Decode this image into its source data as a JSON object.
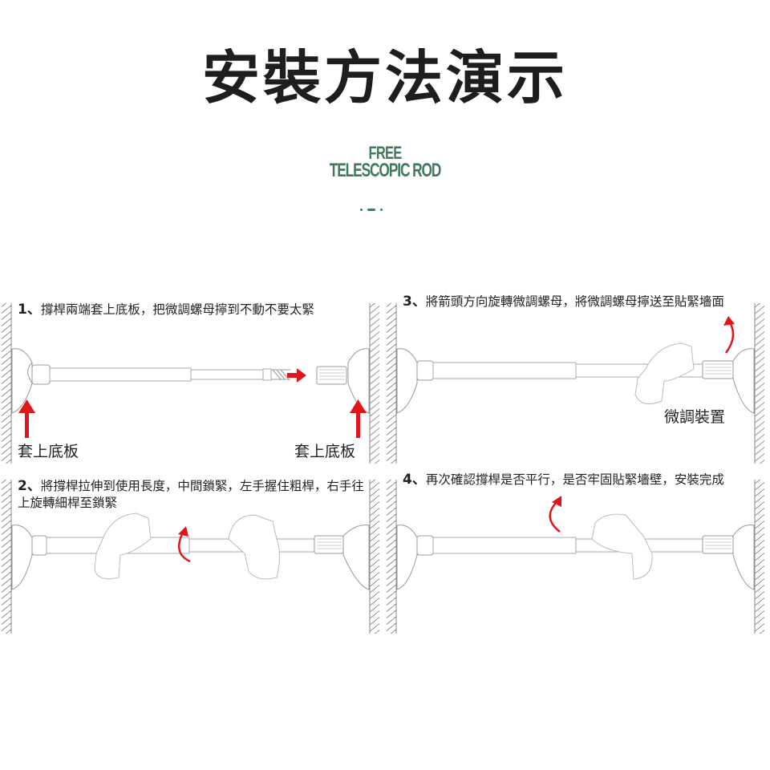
{
  "header": {
    "title": "安裝方法演示",
    "brand_line1": "FREE",
    "brand_line2": "TELESCOPIC ROD",
    "brand_color": "#3f7a5b"
  },
  "steps": [
    {
      "num": "1、",
      "text": "撐桿兩端套上底板，把微調螺母擰到不動不要太緊",
      "labels": [
        "套上底板",
        "套上底板"
      ]
    },
    {
      "num": "2、",
      "text": "將撐桿拉伸到使用長度，中間鎖緊，左手握住粗桿，右手往上旋轉細桿至鎖緊",
      "labels": []
    },
    {
      "num": "3、",
      "text": "將箭頭方向旋轉微調螺母，將微調螺母擰送至貼緊墻面",
      "labels": [
        "微調裝置"
      ]
    },
    {
      "num": "4、",
      "text": "再次確認撐桿是否平行，是否牢固貼緊墻壁，安裝完成",
      "labels": []
    }
  ],
  "colors": {
    "arrow": "#e0161b",
    "line": "#9a9a9a",
    "text": "#222222"
  }
}
